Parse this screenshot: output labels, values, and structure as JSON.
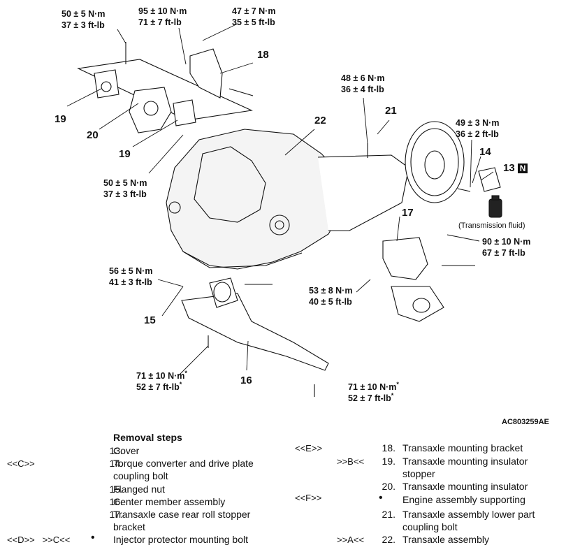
{
  "figure_id": "AC803259AE",
  "torque_specs": {
    "t1": {
      "nm": "50 ± 5 N·m",
      "ftlb": "37 ± 3 ft-lb"
    },
    "t2": {
      "nm": "95 ± 10 N·m",
      "ftlb": "71 ± 7 ft-lb"
    },
    "t3": {
      "nm": "47 ± 7 N·m",
      "ftlb": "35 ± 5 ft-lb"
    },
    "t4": {
      "nm": "48 ± 6 N·m",
      "ftlb": "36 ± 4 ft-lb"
    },
    "t5": {
      "nm": "49 ± 3 N·m",
      "ftlb": "36 ± 2 ft-lb"
    },
    "t6": {
      "nm": "50 ± 5 N·m",
      "ftlb": "37 ± 3 ft-lb"
    },
    "t7": {
      "nm": "90 ± 10 N·m",
      "ftlb": "67 ± 7 ft-lb"
    },
    "t8": {
      "nm": "56 ± 5 N·m",
      "ftlb": "41 ± 3 ft-lb"
    },
    "t9": {
      "nm": "53 ± 8 N·m",
      "ftlb": "40 ± 5 ft-lb"
    },
    "t10": {
      "nm": "71 ± 10 N·m",
      "ftlb": "52 ± 7 ft-lb",
      "mark": "*"
    },
    "t11": {
      "nm": "71 ± 10 N·m",
      "ftlb": "52 ± 7 ft-lb",
      "mark": "*"
    }
  },
  "callouts": {
    "c18": "18",
    "c19a": "19",
    "c20": "20",
    "c19b": "19",
    "c22": "22",
    "c21": "21",
    "c14": "14",
    "c13": "13",
    "c13_badge": "N",
    "c17": "17",
    "c15": "15",
    "c16": "16"
  },
  "fluid_label": "(Transmission fluid)",
  "removal": {
    "heading": "Removal steps",
    "left": [
      {
        "marks": "",
        "num": "13.",
        "text": "Cover",
        "bullet": false
      },
      {
        "marks": "<<C>>",
        "num": "14.",
        "text": "Torque converter and drive plate coupling bolt",
        "bullet": false
      },
      {
        "marks": "",
        "num": "15.",
        "text": "Flanged nut",
        "bullet": false
      },
      {
        "marks": "",
        "num": "16.",
        "text": "Center member assembly",
        "bullet": false
      },
      {
        "marks": "",
        "num": "17.",
        "text": "Transaxle case rear roll stopper bracket",
        "bullet": false
      },
      {
        "marks": "<<D>>   >>C<<",
        "num": "",
        "text": "Injector protector mounting bolt",
        "bullet": true
      }
    ],
    "right": [
      {
        "marks": "<<E>>",
        "num": "18.",
        "text": "Transaxle mounting bracket",
        "bullet": false
      },
      {
        "marks": ">>B<<",
        "num": "19.",
        "text": "Transaxle mounting insulator stopper",
        "bullet": false
      },
      {
        "marks": "",
        "num": "20.",
        "text": "Transaxle mounting insulator",
        "bullet": false
      },
      {
        "marks": "<<F>>",
        "num": "",
        "text": "Engine assembly supporting",
        "bullet": true
      },
      {
        "marks": "",
        "num": "21.",
        "text": "Transaxle assembly lower part coupling bolt",
        "bullet": false
      },
      {
        "marks": ">>A<<",
        "num": "22.",
        "text": "Transaxle assembly",
        "bullet": false
      }
    ]
  }
}
